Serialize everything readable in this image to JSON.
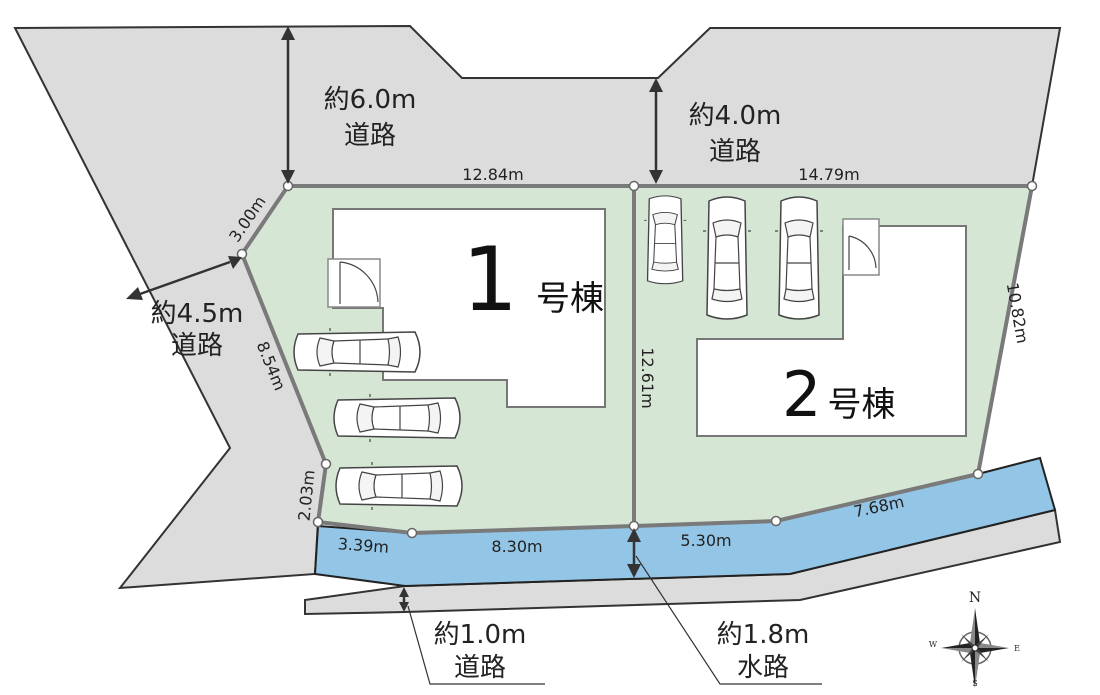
{
  "lot1": {
    "number": "1",
    "suffix": "号棟"
  },
  "lot2": {
    "number": "2",
    "suffix": "号棟"
  },
  "roads": {
    "north_left": {
      "width": "約6.0m",
      "kind": "道路"
    },
    "north_right": {
      "width": "約4.0m",
      "kind": "道路"
    },
    "west": {
      "width": "約4.5m",
      "kind": "道路"
    },
    "south": {
      "width": "約1.0m",
      "kind": "道路"
    },
    "channel": {
      "width": "約1.8m",
      "kind": "水路"
    }
  },
  "dimensions": {
    "top_left": "12.84m",
    "top_right": "14.79m",
    "corner": "3.00m",
    "west_side": "8.54m",
    "west_short": "2.03m",
    "bottom_1": "3.39m",
    "bottom_2": "8.30m",
    "bottom_3": "5.30m",
    "bottom_4": "7.68m",
    "divider": "12.61m",
    "east_side": "10.82m"
  },
  "compass": {
    "north": "N",
    "east": "E",
    "south": "S",
    "west": "W"
  },
  "colors": {
    "lot": "#d6e6d5",
    "road": "#dcdcdc",
    "water": "#93c6e6",
    "boundary": "#7a7a7a"
  }
}
